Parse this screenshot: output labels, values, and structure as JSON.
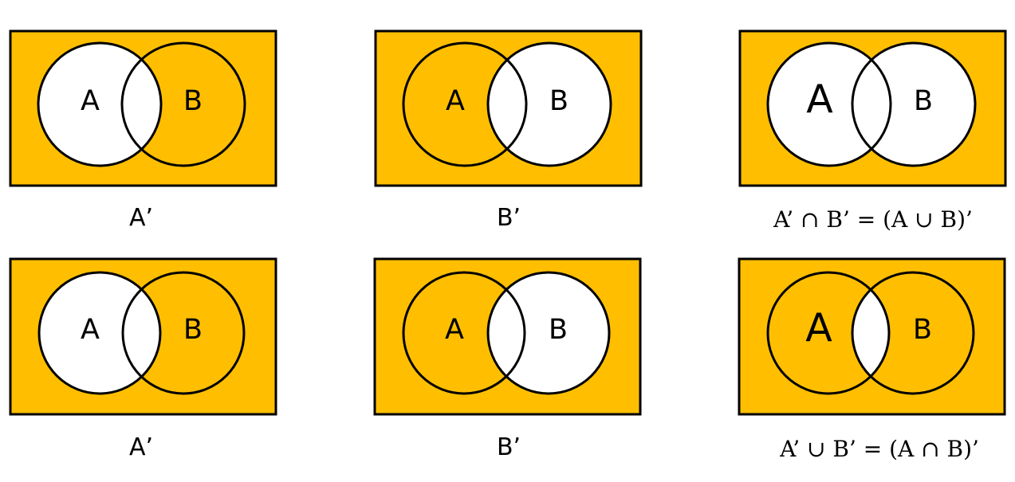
{
  "colors": {
    "universe": "#FFBF00",
    "highlight": "#FFBF00",
    "empty": "#FFFFFF",
    "outline": "#000000"
  },
  "diagrams": [
    {
      "id": "row1-a-complement",
      "label_a": "A",
      "label_b": "B",
      "shade": "a-complement",
      "caption": "A’"
    },
    {
      "id": "row1-b-complement",
      "label_a": "A",
      "label_b": "B",
      "shade": "b-complement",
      "caption": "B’"
    },
    {
      "id": "row1-intersection-of-complements",
      "label_a": "A",
      "label_b": "B",
      "shade": "outside-both",
      "caption": "A’ ∩ B’ = (A ∪ B)’"
    },
    {
      "id": "row2-a-complement",
      "label_a": "A",
      "label_b": "B",
      "shade": "a-complement",
      "caption": "A’"
    },
    {
      "id": "row2-b-complement",
      "label_a": "A",
      "label_b": "B",
      "shade": "b-complement",
      "caption": "B’"
    },
    {
      "id": "row2-union-of-complements",
      "label_a": "A",
      "label_b": "B",
      "shade": "not-intersection",
      "caption": "A’ ∪ B’ = (A ∩ B)’"
    }
  ]
}
